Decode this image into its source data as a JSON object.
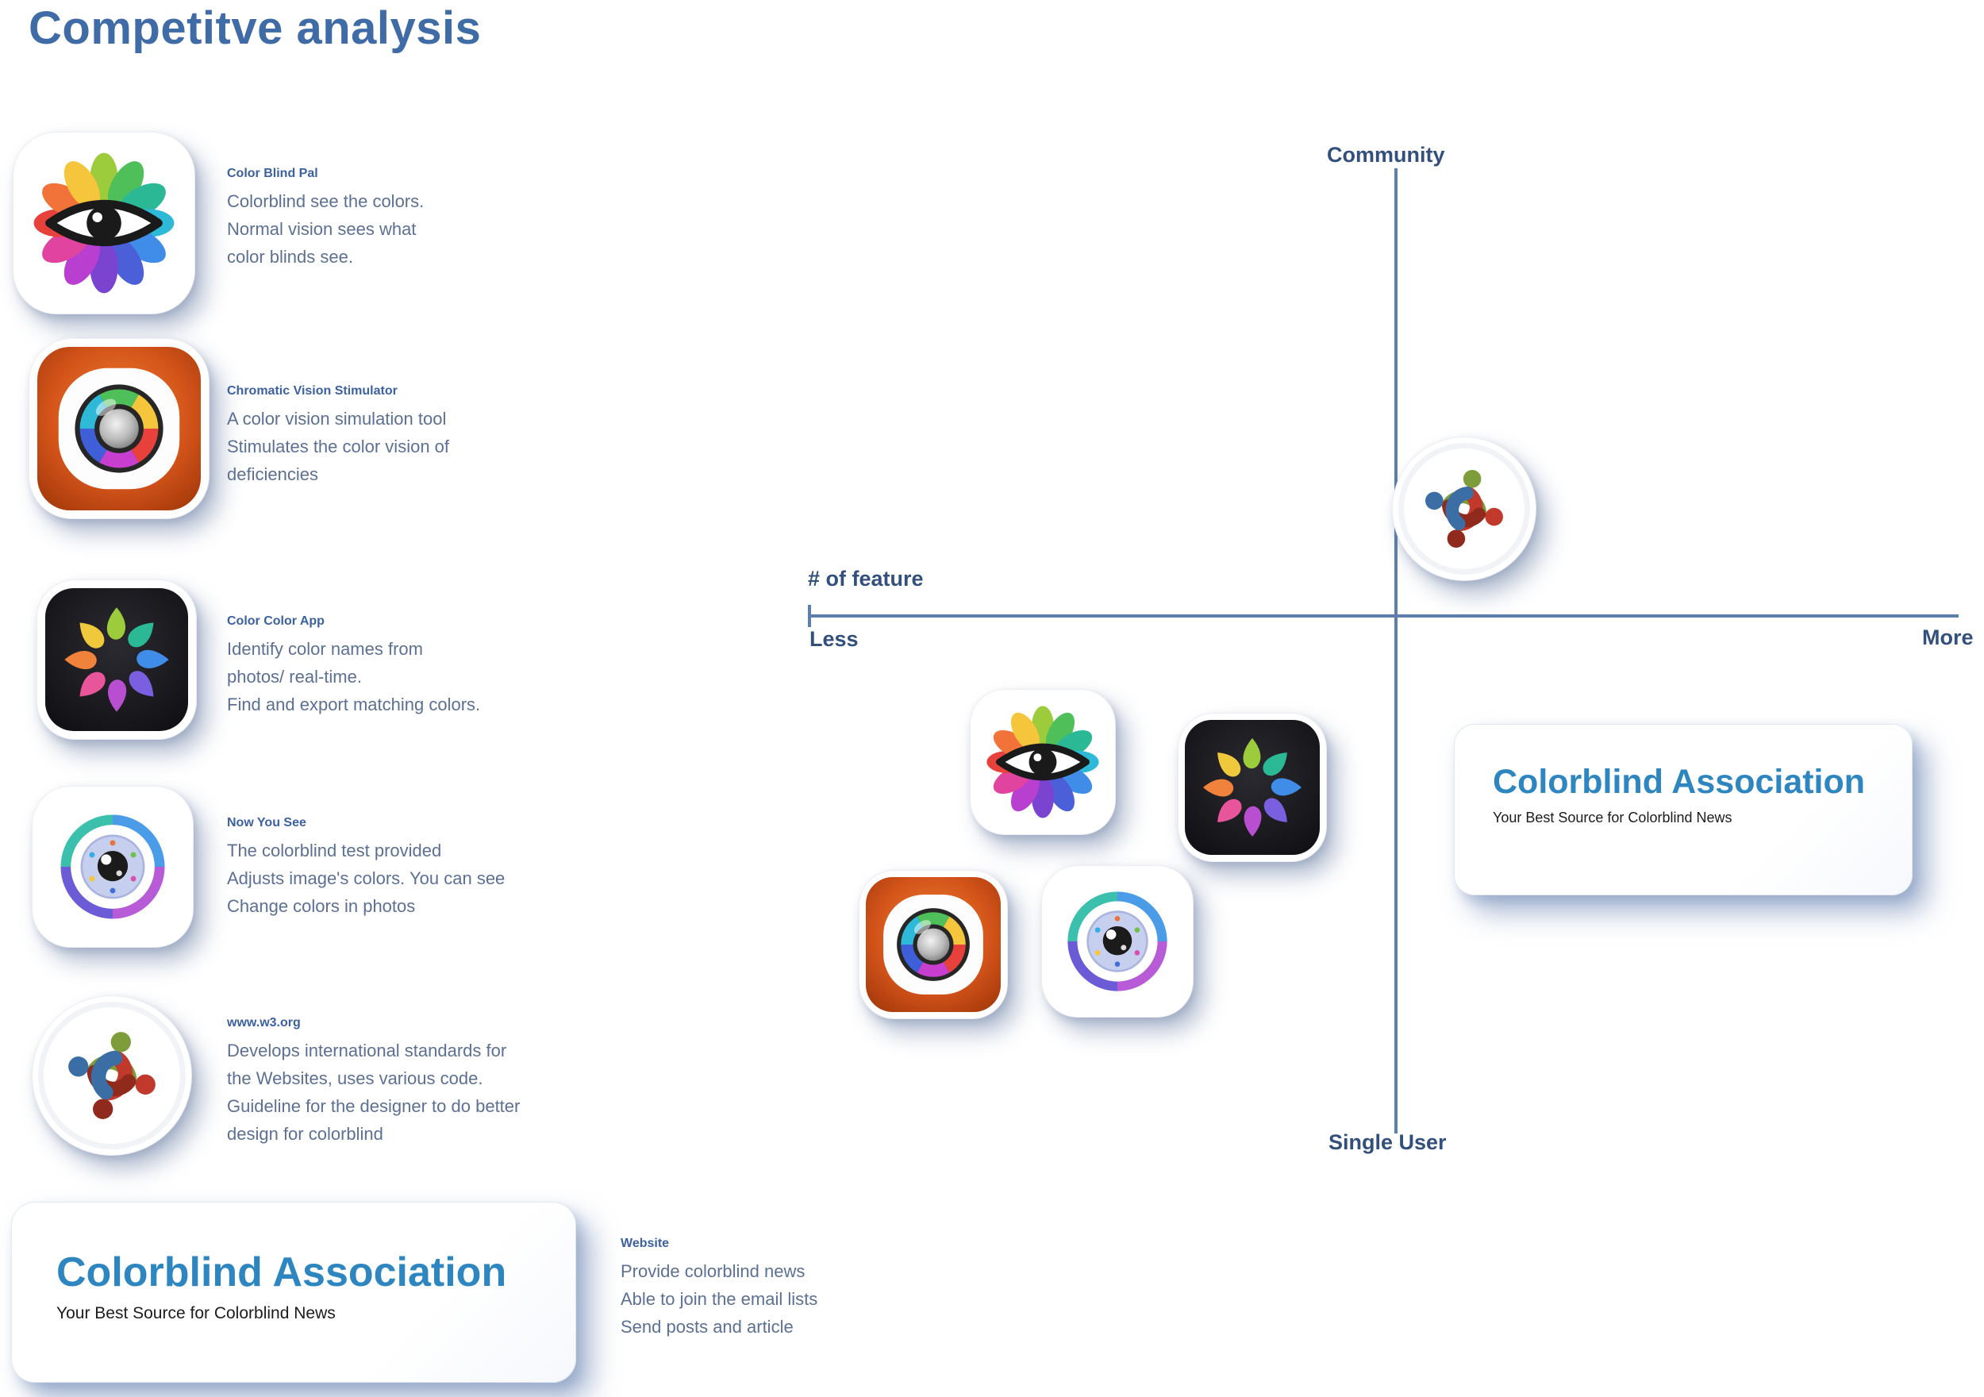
{
  "title": "Competitve analysis",
  "apps": [
    {
      "label": "Color Blind Pal",
      "icon": "flower-eye-icon",
      "lines": [
        "Colorblind see the colors.",
        "Normal vision sees what",
        "color blinds see."
      ]
    },
    {
      "label": "Chromatic Vision Stimulator",
      "icon": "camera-lens-icon",
      "lines": [
        "A color vision simulation tool",
        "Stimulates the color vision of",
        "deficiencies"
      ]
    },
    {
      "label": "Color Color App",
      "icon": "color-drops-icon",
      "lines": [
        "Identify color names from",
        "photos/ real-time.",
        "Find and export matching colors."
      ]
    },
    {
      "label": "Now You See",
      "icon": "eye-iris-icon",
      "lines": [
        "The colorblind test provided",
        "Adjusts image's colors. You can see",
        "Change colors in photos"
      ]
    },
    {
      "label": "www.w3.org",
      "icon": "community-people-icon",
      "lines": [
        "Develops international standards for",
        "the Websites, uses various code.",
        "Guideline for the designer to do better",
        "design for colorblind"
      ]
    }
  ],
  "association": {
    "title": "Colorblind Association",
    "subtitle": "Your Best Source for Colorblind News"
  },
  "website": {
    "label": "Website",
    "lines": [
      "Provide colorblind news",
      "Able to join the email lists",
      "Send posts and article"
    ]
  },
  "axes": {
    "y_top": "Community",
    "y_bottom": "Single User",
    "x_title": "# of feature",
    "x_left": "Less",
    "x_right": "More"
  },
  "colors": {
    "accent_blue": "#2e86c1",
    "heading_blue": "#3f6ca6",
    "axis_line": "#5d7fae",
    "axis_label": "#33507c",
    "note_text": "#5c7094"
  }
}
